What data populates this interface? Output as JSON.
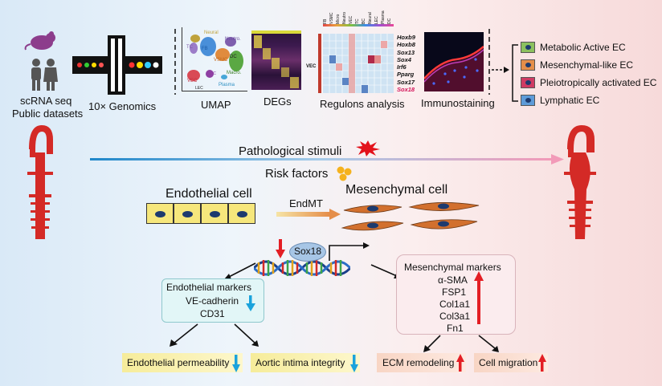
{
  "top": {
    "scrna_label_1": "scRNA seq",
    "scrna_label_2": "Public datasets",
    "genomics_label": "10× Genomics",
    "umap_label": "UMAP",
    "degs_label": "DEGs",
    "regulons_label": "Regulons analysis",
    "immuno_label": "Immunostaining",
    "umap_clusters": [
      "Neural",
      "Neutro.",
      "TC",
      "FB",
      "VSMC",
      "DC",
      "Macro.",
      "VEC",
      "LEC",
      "Plasma",
      "BC"
    ],
    "regulon_row_label": "VEC",
    "regulon_columns": [
      "FB",
      "VSMC",
      "Micro",
      "Neutro",
      "VEC",
      "TC",
      "BC",
      "Neural",
      "LEC",
      "Plasma",
      "DC"
    ],
    "regulon_genes": [
      "Hoxb9",
      "Hoxb8",
      "Sox13",
      "Sox4",
      "Irf6",
      "Pparg",
      "Sox17",
      "Sox18"
    ]
  },
  "legend": [
    {
      "label": "Metabolic Active EC",
      "color": "#8cc15f"
    },
    {
      "label": "Mesenchymal-like EC",
      "color": "#e58e4a"
    },
    {
      "label": "Pleiotropically activated EC",
      "color": "#cf3b63"
    },
    {
      "label": "Lymphatic EC",
      "color": "#5e9bd8"
    }
  ],
  "middle": {
    "pathological_label": "Pathological stimuli",
    "risk_label": "Risk factors",
    "endothelial_cell_label": "Endothelial cell",
    "mesenchymal_cell_label": "Mesenchymal cell",
    "endmt_label": "EndMT",
    "sox18_label": "Sox18"
  },
  "endothelial_markers": {
    "title": "Endothelial markers",
    "items": [
      "VE-cadherin",
      "CD31"
    ]
  },
  "mesenchymal_markers": {
    "title": "Mesenchymal markers",
    "items": [
      "α-SMA",
      "FSP1",
      "Col1a1",
      "Col3a1",
      "Fn1"
    ]
  },
  "outcomes": {
    "permeability": "Endothelial permeability",
    "intima": "Aortic intima integrity",
    "ecm": "ECM remodeling",
    "migration": "Cell migration"
  },
  "colors": {
    "aorta_red": "#d42a26",
    "down_arrow": "#1aa3dc",
    "up_arrow": "#e31e24",
    "cell_yellow": "#f6e77c",
    "mesen_orange": "#d2702e",
    "nucleus": "#1d3a6e"
  }
}
